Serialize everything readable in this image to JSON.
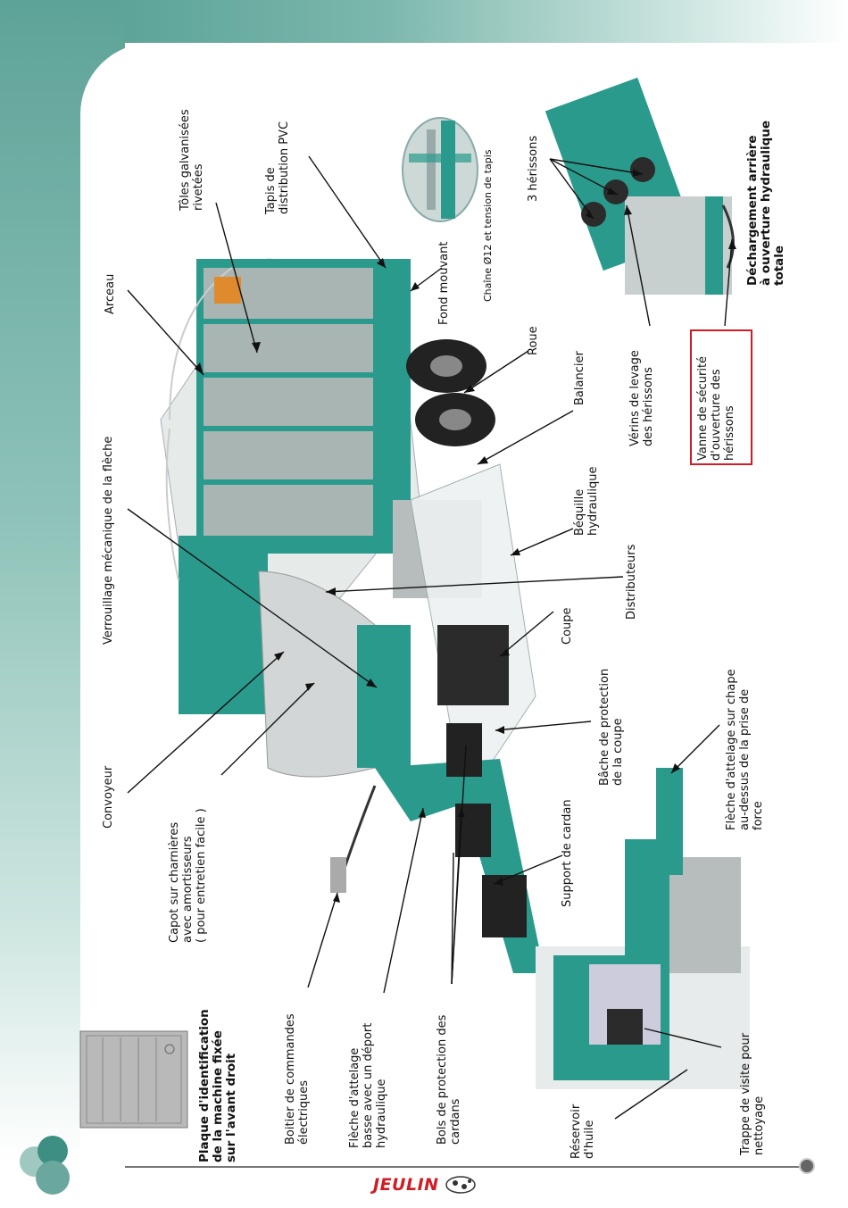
{
  "brand": "JEULIN",
  "plate_text": "Plaque d'identification\nde la machine fixée\nsur l'avant droit",
  "labels": {
    "toles": "Tôles galvanisées\nrivetées",
    "tapis": "Tapis de\ndistribution PVC",
    "arceau": "Arceau",
    "verrouillage": "Verrouillage mécanique de la flèche",
    "convoyeur": "Convoyeur",
    "capot": "Capot sur charnières\navec amortisseurs\n( pour entretien facile )",
    "boitier": "Boitier de commandes\nélectriques",
    "fleche_basse": "Flèche d'attelage\nbasse avec un déport\nhydraulique",
    "bols": "Bols de protection des\ncardans",
    "reservoir": "Réservoir\nd'huile",
    "trappe": "Trappe de visite pour\nnettoyage",
    "support_cardan": "Support de cardan",
    "bache": "Bâche de protection\nde la coupe",
    "fleche_chape": "Flèche d'attelage sur chape\nau-dessus de la prise de\nforce",
    "coupe": "Coupe",
    "distributeurs": "Distributeurs",
    "bequille": "Béquille\nhydraulique",
    "balancier": "Balancier",
    "roue": "Roue",
    "fond_mouvant": "Fond mouvant",
    "chaine": "Chaîne Ø12 et tension de tapis",
    "herissons": "3 hérissons",
    "verins": "Vérins de levage\ndes hérissons",
    "vanne": "Vanne de sécurité\nd'ouverture des\nhérissons",
    "dechargement": "Déchargement arrière\nà ouverture hydraulique\ntotale"
  },
  "colors": {
    "machine": "#2a9a8c",
    "brand": "#d01c24",
    "band": "#5ea398"
  }
}
